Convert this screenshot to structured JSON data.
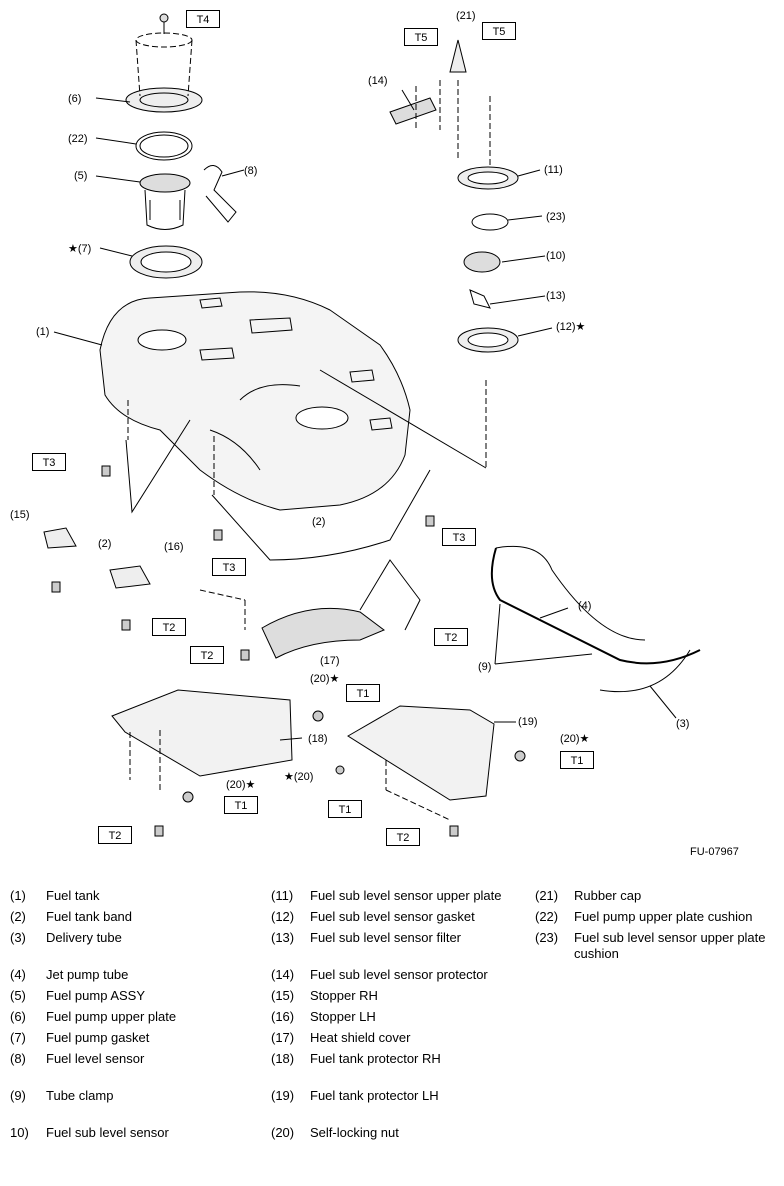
{
  "figure": {
    "code": "FU-07967",
    "star": "★",
    "callouts": [
      {
        "id": "c6",
        "text": "(6)"
      },
      {
        "id": "c22",
        "text": "(22)"
      },
      {
        "id": "c5",
        "text": "(5)"
      },
      {
        "id": "c8",
        "text": "(8)"
      },
      {
        "id": "c7",
        "text": "★(7)"
      },
      {
        "id": "c1",
        "text": "(1)"
      },
      {
        "id": "c15",
        "text": "(15)"
      },
      {
        "id": "c2a",
        "text": "(2)"
      },
      {
        "id": "c16",
        "text": "(16)"
      },
      {
        "id": "c2b",
        "text": "(2)"
      },
      {
        "id": "c17",
        "text": "(17)"
      },
      {
        "id": "c18",
        "text": "(18)"
      },
      {
        "id": "c20a",
        "text": "(20)★"
      },
      {
        "id": "c20b",
        "text": "(20)★"
      },
      {
        "id": "c20c",
        "text": "★(20)"
      },
      {
        "id": "c19",
        "text": "(19)"
      },
      {
        "id": "c20d",
        "text": "(20)★"
      },
      {
        "id": "c21",
        "text": "(21)"
      },
      {
        "id": "c14",
        "text": "(14)"
      },
      {
        "id": "c11",
        "text": "(11)"
      },
      {
        "id": "c23",
        "text": "(23)"
      },
      {
        "id": "c10",
        "text": "(10)"
      },
      {
        "id": "c13",
        "text": "(13)"
      },
      {
        "id": "c12",
        "text": "(12)★"
      },
      {
        "id": "c4",
        "text": "(4)"
      },
      {
        "id": "c9",
        "text": "(9)"
      },
      {
        "id": "c3",
        "text": "(3)"
      }
    ],
    "torque_labels": [
      {
        "id": "t4",
        "text": "T4"
      },
      {
        "id": "t5a",
        "text": "T5"
      },
      {
        "id": "t5b",
        "text": "T5"
      },
      {
        "id": "t3a",
        "text": "T3"
      },
      {
        "id": "t3b",
        "text": "T3"
      },
      {
        "id": "t3c",
        "text": "T3"
      },
      {
        "id": "t2a",
        "text": "T2"
      },
      {
        "id": "t2b",
        "text": "T2"
      },
      {
        "id": "t2c",
        "text": "T2"
      },
      {
        "id": "t1a",
        "text": "T1"
      },
      {
        "id": "t1b",
        "text": "T1"
      },
      {
        "id": "t1c",
        "text": "T1"
      },
      {
        "id": "t1d",
        "text": "T1"
      },
      {
        "id": "t2d",
        "text": "T2"
      },
      {
        "id": "t2e",
        "text": "T2"
      }
    ]
  },
  "legend": [
    {
      "num": "(1)",
      "label": "Fuel tank"
    },
    {
      "num": "(2)",
      "label": "Fuel tank band"
    },
    {
      "num": "(3)",
      "label": "Delivery tube"
    },
    {
      "num": "(4)",
      "label": "Jet pump tube"
    },
    {
      "num": "(5)",
      "label": "Fuel pump ASSY"
    },
    {
      "num": "(6)",
      "label": "Fuel pump upper plate"
    },
    {
      "num": "(7)",
      "label": "Fuel pump gasket"
    },
    {
      "num": "(8)",
      "label": "Fuel level sensor"
    },
    {
      "num": "(9)",
      "label": "Tube clamp"
    },
    {
      "num": "10)",
      "label": "Fuel sub level sensor"
    },
    {
      "num": "(11)",
      "label": "Fuel sub level sensor upper plate"
    },
    {
      "num": "(12)",
      "label": "Fuel sub level sensor gasket"
    },
    {
      "num": "(13)",
      "label": "Fuel sub level sensor filter"
    },
    {
      "num": "(14)",
      "label": "Fuel sub level sensor protector"
    },
    {
      "num": "(15)",
      "label": "Stopper RH"
    },
    {
      "num": "(16)",
      "label": "Stopper LH"
    },
    {
      "num": "(17)",
      "label": "Heat shield cover"
    },
    {
      "num": "(18)",
      "label": "Fuel tank protector RH"
    },
    {
      "num": "(19)",
      "label": "Fuel tank protector LH"
    },
    {
      "num": "(20)",
      "label": "Self-locking nut"
    },
    {
      "num": "(21)",
      "label": "Rubber cap"
    },
    {
      "num": "(22)",
      "label": "Fuel pump upper plate cushion"
    },
    {
      "num": "(23)",
      "label": "Fuel sub level sensor upper plate cushion"
    }
  ]
}
